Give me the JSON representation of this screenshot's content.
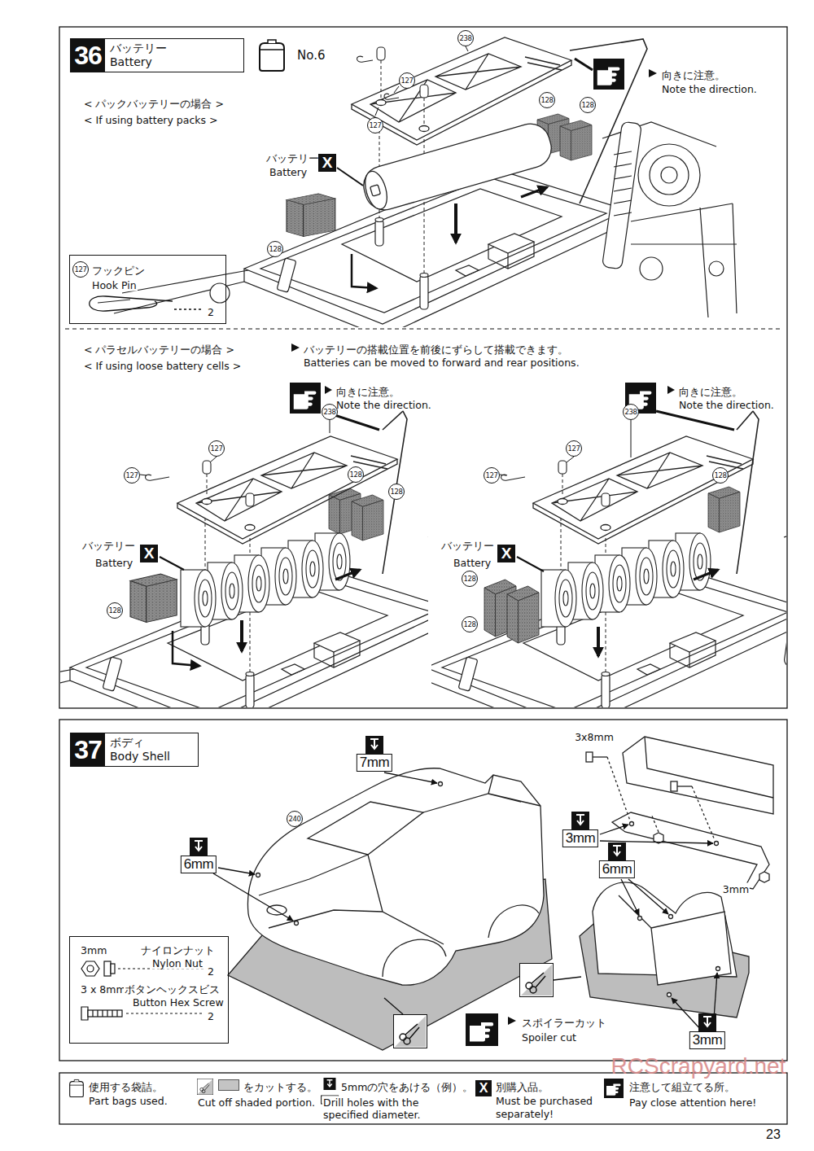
{
  "diagram": {
    "nodes": [
      {
        "text": [
          "36",
          "バッテリー",
          "Battery"
        ]
      },
      {
        "text": [
          "127",
          "フックピン",
          "Hook Pin",
          "2"
        ]
      },
      {
        "text": [
          "37",
          "ボディ",
          "Body Shell"
        ]
      },
      {
        "text": [
          "3mm",
          "ナイロンナット",
          "Nylon Nut",
          "2",
          "3 x 8mm",
          "ボタンヘックスビス",
          "Button Hex Screw",
          "2"
        ]
      }
    ],
    "labels": [
      "No.6",
      "< パックバッテリーの場合 >",
      "< If using battery packs >",
      "127",
      "127",
      "238",
      "128",
      "128",
      "向きに注意。",
      "Note the direction.",
      "バッテリー",
      "Battery",
      "X",
      "128",
      "< パラセルバッテリーの場合 >",
      "< If using loose battery cells >",
      "バッテリーの搭載位置を前後にずらして搭載できます。",
      "Batteries can be moved to forward and rear positions.",
      "向きに注意。",
      "Note the direction.",
      "238",
      "127",
      "127",
      "128",
      "128",
      "バッテリー",
      "Battery",
      "X",
      "128",
      "向きに注意。",
      "Note the direction.",
      "238",
      "127",
      "127",
      "128",
      "バッテリー",
      "Battery",
      "X",
      "128",
      "128",
      "7mm",
      "240",
      "6mm",
      "3x8mm",
      "3mm",
      "6mm",
      "3mm",
      "スポイラーカット",
      "Spoiler cut",
      "3mm",
      "RCScrapyard.net",
      "23",
      "5mm",
      "X"
    ],
    "legend": [
      {
        "text": "使用する袋詰。"
      },
      {
        "text": "Part bags used."
      },
      {
        "text": "をカットする。",
        "color": "#c4c4c4"
      },
      {
        "text": "Cut off shaded portion."
      },
      {
        "text": "5mmの穴をあける（例）。"
      },
      {
        "text": "Drill holes with the"
      },
      {
        "text": "specified diameter."
      },
      {
        "text": "別購入品。"
      },
      {
        "text": "Must be purchased"
      },
      {
        "text": "separately!"
      },
      {
        "text": "注意して組立てる所。"
      },
      {
        "text": "Pay close attention here!"
      }
    ]
  }
}
